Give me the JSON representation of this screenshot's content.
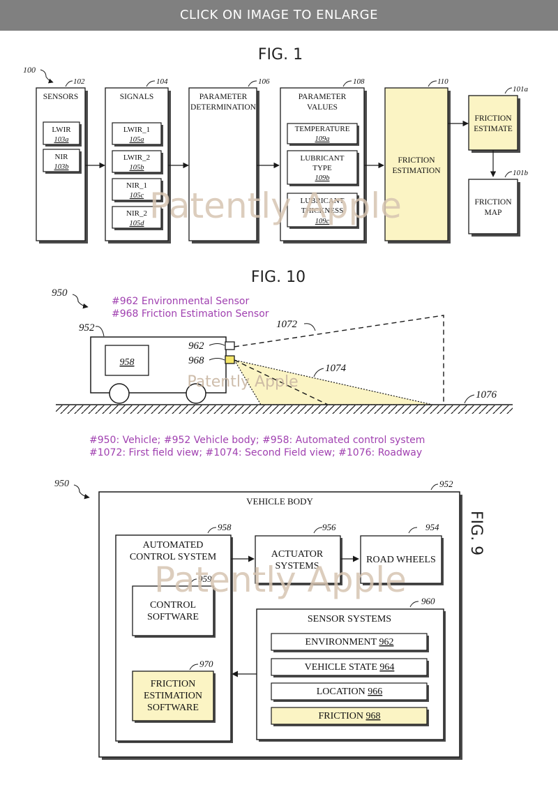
{
  "banner": {
    "text": "CLICK ON IMAGE TO ENLARGE"
  },
  "colors": {
    "highlight": "#fbf4c4",
    "annotation": "#a040b0",
    "watermark": "#d6c4b2",
    "banner_bg": "#808080"
  },
  "fig1": {
    "title": "FIG. 1",
    "system_ref": "100",
    "sensors": {
      "title": "SENSORS",
      "ref": "102",
      "items": [
        {
          "label": "LWIR",
          "ref": "103a"
        },
        {
          "label": "NIR",
          "ref": "103b"
        }
      ]
    },
    "signals": {
      "title": "SIGNALS",
      "ref": "104",
      "items": [
        {
          "label": "LWIR_1",
          "ref": "105a"
        },
        {
          "label": "LWIR_2",
          "ref": "105b"
        },
        {
          "label": "NIR_1",
          "ref": "105c"
        },
        {
          "label": "NIR_2",
          "ref": "105d"
        }
      ]
    },
    "param_det": {
      "line1": "PARAMETER",
      "line2": "DETERMINATION",
      "ref": "106"
    },
    "param_values": {
      "line1": "PARAMETER",
      "line2": "VALUES",
      "ref": "108",
      "temperature": {
        "label": "TEMPERATURE",
        "ref": "109a"
      },
      "lub_type": {
        "line1": "LUBRICANT",
        "line2": "TYPE",
        "ref": "109b"
      },
      "lub_thick": {
        "line1": "LUBRICANT",
        "line2": "THICKNESS",
        "ref": "109c"
      }
    },
    "friction_estimation": {
      "line1": "FRICTION",
      "line2": "ESTIMATION",
      "ref": "110"
    },
    "friction_estimate": {
      "line1": "FRICTION",
      "line2": "ESTIMATE",
      "ref": "101a"
    },
    "friction_map": {
      "line1": "FRICTION",
      "line2": "MAP",
      "ref": "101b"
    }
  },
  "fig10": {
    "title": "FIG. 10",
    "system_ref": "950",
    "note1": "#962 Environmental Sensor",
    "note2": "#968 Friction Estimation Sensor",
    "body_ref": "952",
    "control_ref": "958",
    "env_sensor_ref": "962",
    "friction_sensor_ref": "968",
    "first_fov_ref": "1072",
    "second_fov_ref": "1074",
    "roadway_ref": "1076",
    "caption1": "#950: Vehicle; #952 Vehicle body; #958: Automated control system",
    "caption2": "#1072: First field view; #1074: Second Field view; #1076: Roadway"
  },
  "fig9": {
    "title": "FIG. 9",
    "system_ref": "950",
    "vehicle_body": {
      "label": "VEHICLE BODY",
      "ref": "952"
    },
    "acs": {
      "line1": "AUTOMATED",
      "line2": "CONTROL SYSTEM",
      "ref": "958"
    },
    "actuators": {
      "line1": "ACTUATOR",
      "line2": "SYSTEMS",
      "ref": "956"
    },
    "wheels": {
      "label": "ROAD WHEELS",
      "ref": "954"
    },
    "control_sw": {
      "line1": "CONTROL",
      "line2": "SOFTWARE",
      "ref": "959"
    },
    "sensor_systems": {
      "label": "SENSOR SYSTEMS",
      "ref": "960",
      "items": [
        {
          "label": "ENVIRONMENT",
          "ref": "962"
        },
        {
          "label": "VEHICLE STATE",
          "ref": "964"
        },
        {
          "label": "LOCATION",
          "ref": "966"
        },
        {
          "label": "FRICTION",
          "ref": "968"
        }
      ]
    },
    "friction_sw": {
      "line1": "FRICTION",
      "line2": "ESTIMATION",
      "line3": "SOFTWARE",
      "ref": "970"
    }
  },
  "watermark": "Patently Apple"
}
